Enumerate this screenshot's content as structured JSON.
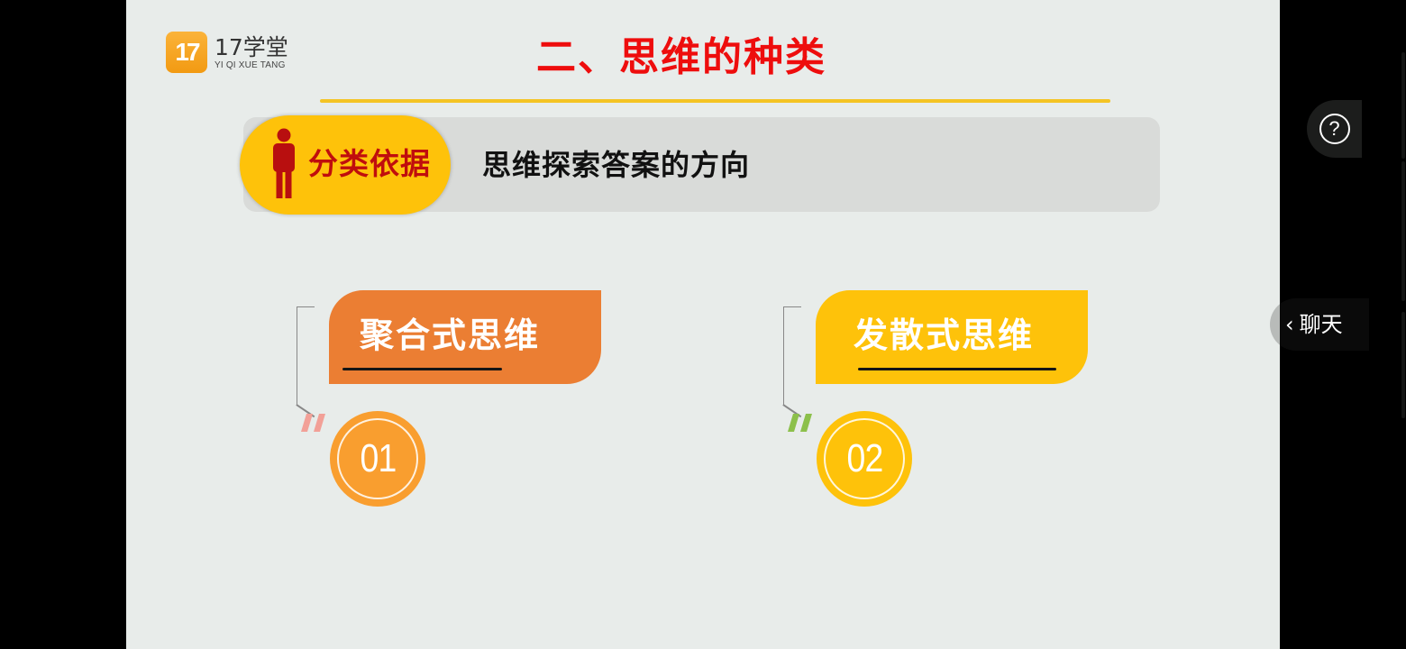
{
  "logo": {
    "badge": "17",
    "name": "17学堂",
    "subtitle": "YI QI XUE TANG"
  },
  "slide": {
    "title": "二、思维的种类",
    "banner": {
      "label": "分类依据",
      "icon": "person-icon",
      "text": "思维探索答案的方向"
    },
    "categories": [
      {
        "label": "聚合式思维",
        "number": "01",
        "color": "#eb7e33",
        "circle_color": "#f99e2f",
        "quote_color": "#f2a097"
      },
      {
        "label": "发散式思维",
        "number": "02",
        "color": "#fec20a",
        "circle_color": "#fec20a",
        "quote_color": "#8cc04b"
      }
    ]
  },
  "colors": {
    "title_red": "#ee0d0d",
    "divider_yellow": "#f4c424",
    "pill_yellow": "#fec20a",
    "pill_text_red": "#c00d0d",
    "banner_gray": "#d9dbd9",
    "slide_bg": "#e8ecea"
  },
  "overlay": {
    "help_icon": "?",
    "chat_label": "聊天",
    "chat_chevron": "‹"
  }
}
